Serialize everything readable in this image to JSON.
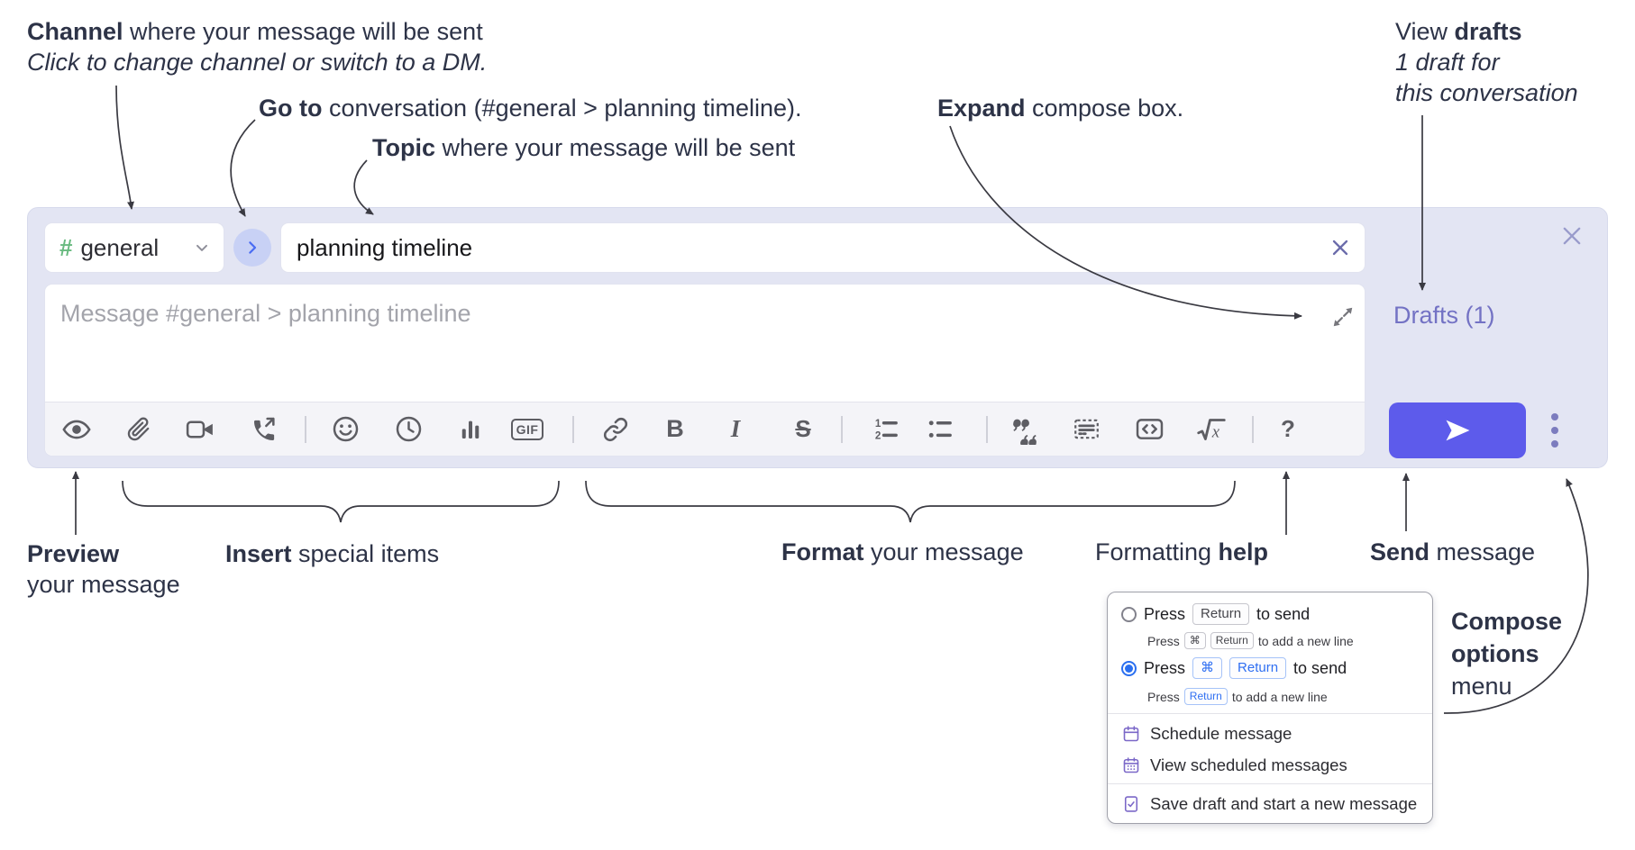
{
  "annotations": {
    "channel": {
      "bold": "Channel",
      "rest": " where your message will be sent",
      "line2": "Click to change channel or switch to a DM."
    },
    "goto": {
      "bold": "Go to",
      "rest": " conversation (#general > planning timeline)."
    },
    "topic": {
      "bold": "Topic",
      "rest": " where your message will be sent"
    },
    "expand": {
      "bold": "Expand",
      "rest": " compose box."
    },
    "view_drafts": {
      "line1_regular": "View ",
      "line1_bold": "drafts",
      "line2": "1 draft for",
      "line3": "this conversation"
    },
    "preview": {
      "bold": "Preview",
      "line2": "your message"
    },
    "insert": {
      "bold": "Insert",
      "rest": " special items"
    },
    "format": {
      "bold": "Format",
      "rest": " your message"
    },
    "formatting_help": {
      "regular": "Formatting ",
      "bold": "help"
    },
    "send": {
      "bold": "Send",
      "rest": " message"
    },
    "compose_options": {
      "line1": "Compose",
      "line2": "options",
      "line3": "menu"
    }
  },
  "compose": {
    "channel_name": "general",
    "topic_value": "planning timeline",
    "message_placeholder": "Message #general > planning timeline",
    "drafts_label": "Drafts (1)",
    "gif_label": "GIF",
    "bold_label": "B",
    "italic_label": "I",
    "strike_label": "S",
    "quote_label": "“”",
    "math_label": "x",
    "help_label": "?"
  },
  "toolbar_icons": [
    "preview",
    "attach-file",
    "video-call",
    "voice-call",
    "emoji",
    "global-time",
    "poll",
    "gif",
    "link",
    "bold",
    "italic",
    "strikethrough",
    "numbered-list",
    "bulleted-list",
    "quote",
    "spoiler",
    "code",
    "math",
    "help"
  ],
  "popup": {
    "option1": {
      "press": "Press",
      "key1": "Return",
      "suffix": "to send",
      "sub_press": "Press",
      "sub_key1": "⌘",
      "sub_key2": "Return",
      "sub_suffix": "to add a new line"
    },
    "option2": {
      "press": "Press",
      "key1": "⌘",
      "key2": "Return",
      "suffix": "to send",
      "sub_press": "Press",
      "sub_key1": "Return",
      "sub_suffix": "to add a new line"
    },
    "items": [
      "Schedule message",
      "View scheduled messages",
      "Save draft and start a new message"
    ]
  },
  "colors": {
    "compose_bg": "#e3e5f3",
    "accent_send": "#5d5beb",
    "drafts_link": "#7372c4",
    "channel_hash": "#69ba80",
    "goto_circle_bg": "#c8d1f5",
    "goto_chevron": "#4a6cf3",
    "radio_selected": "#2a6ff0",
    "popup_icon": "#7b68c8",
    "toolbar_icon": "#5d5d63",
    "annotation_text": "#2d3347"
  }
}
